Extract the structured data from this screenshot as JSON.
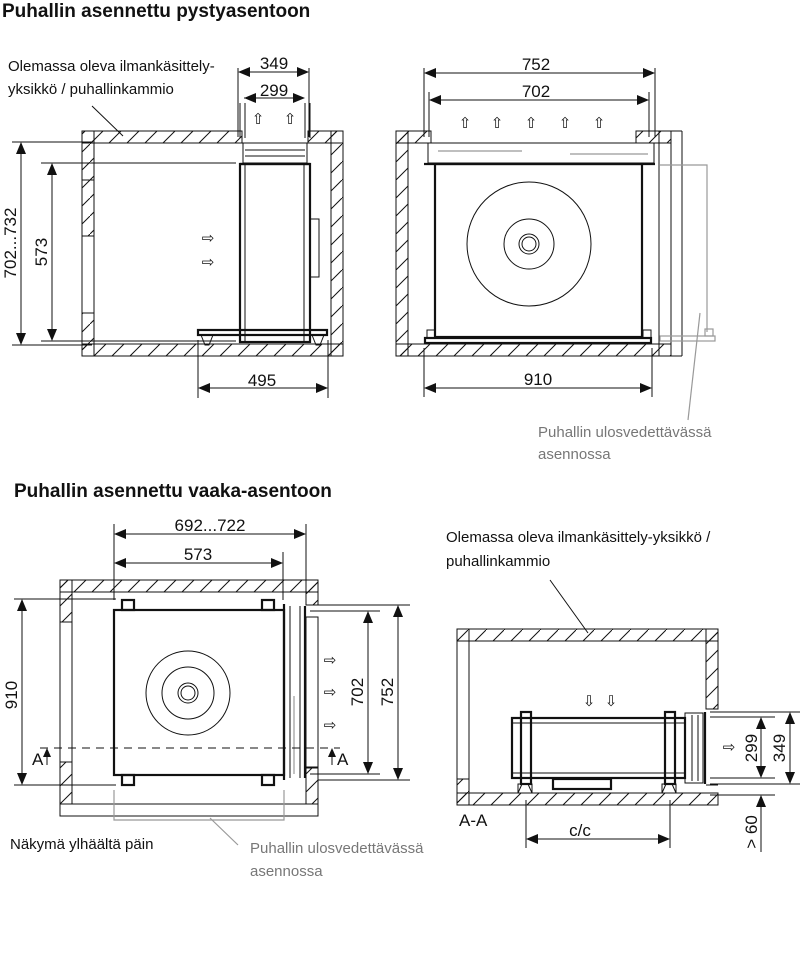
{
  "titles": {
    "vertical": "Puhallin asennettu pystyasentoon",
    "horizontal": "Puhallin asennettu vaaka-asentoon"
  },
  "labels": {
    "existing_unit_line1": "Olemassa oleva ilmankäsittely-",
    "existing_unit_line2": "yksikkö / puhallinkammio",
    "existing_unit_b_line1": "Olemassa oleva ilmankäsittely-yksikkö /",
    "existing_unit_b_line2": "puhallinkammio",
    "pulled_out_line1": "Puhallin ulosvedettävässä",
    "pulled_out_line2": "asennossa",
    "top_view": "Näkymä ylhäältä päin",
    "section": "A-A",
    "section_marker": "A"
  },
  "dimensions": {
    "v_side_outer_width": "349",
    "v_side_inner_width": "299",
    "v_side_height_range": "702...732",
    "v_side_height": "573",
    "v_side_depth": "495",
    "v_front_outer_width": "752",
    "v_front_inner_width": "702",
    "v_front_width": "910",
    "h_top_range": "692...722",
    "h_top_573": "573",
    "h_top_910": "910",
    "h_top_702": "702",
    "h_top_752": "752",
    "h_sec_299": "299",
    "h_sec_349": "349",
    "h_sec_60": "> 60",
    "h_sec_cc": "c/c"
  },
  "icons": {
    "arrow_up": "⇧",
    "arrow_right": "⇨",
    "arrow_down": "⇩"
  }
}
